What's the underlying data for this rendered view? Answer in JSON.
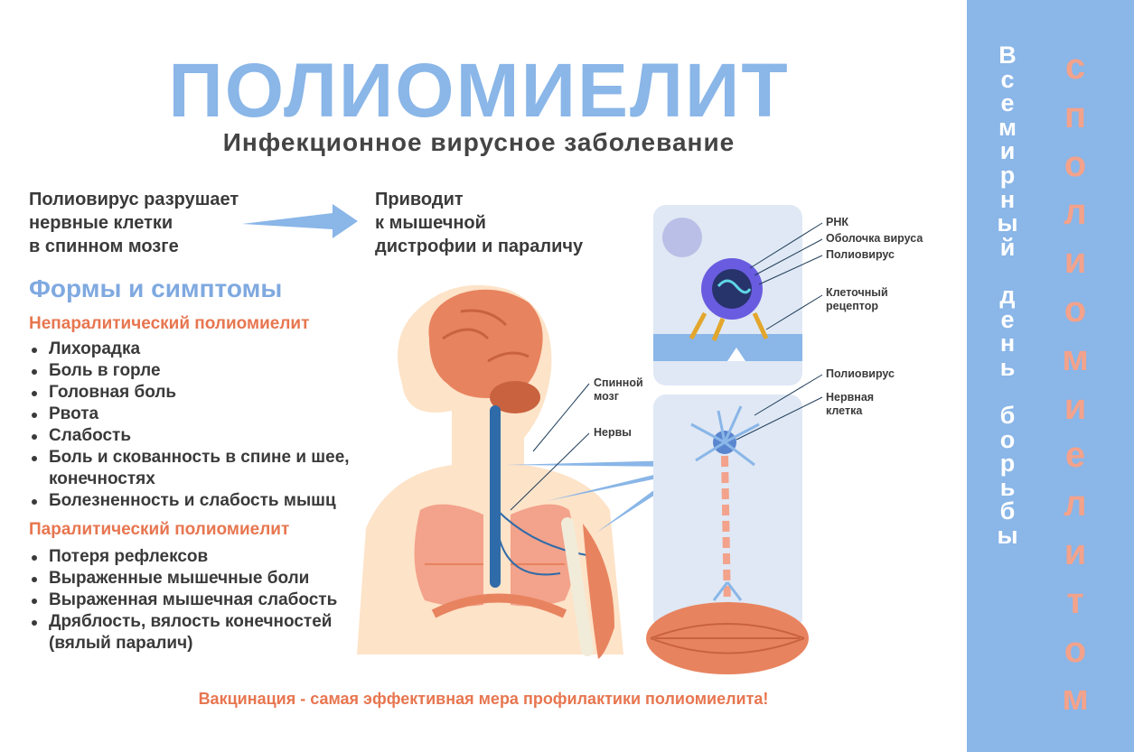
{
  "header": {
    "title": "ПОЛИОМИЕЛИТ",
    "subtitle": "Инфекционное вирусное заболевание"
  },
  "intro": {
    "cause": "Полиовирус разрушает\nнервные клетки\nв спинном мозге",
    "effect": "Приводит\nк мышечной\nдистрофии и параличу"
  },
  "forms": {
    "title": "Формы и симптомы",
    "non_paralytic": {
      "heading": "Непаралитический полиомиелит",
      "items": [
        "Лихорадка",
        "Боль в горле",
        "Головная боль",
        "Рвота",
        "Слабость",
        "Боль и скованность в спине и шее, конечностях",
        "Болезненность и слабость мышц"
      ]
    },
    "paralytic": {
      "heading": "Паралитический полиомиелит",
      "items": [
        "Потеря рефлексов",
        "Выраженные мышечные боли",
        "Выраженная мышечная слабость",
        "Дряблость, вялость конечностей (вялый паралич)"
      ]
    }
  },
  "diagram_labels": {
    "spinal_cord": "Спинной\nмозг",
    "nerves": "Нервы",
    "rna": "РНК",
    "virus_shell": "Оболочка вируса",
    "poliovirus_top": "Полиовирус",
    "cell_receptor": "Клеточный\nрецептор",
    "poliovirus_bottom": "Полиовирус",
    "nerve_cell": "Нервная\nклетка"
  },
  "footer": {
    "note": "Вакцинация - самая эффективная мера профилактики полиомиелита!"
  },
  "sidebar": {
    "vertical_text_left": [
      "В",
      "с",
      "е",
      "м",
      "и",
      "р",
      "н",
      "ы",
      "й",
      " ",
      "д",
      "е",
      "н",
      "ь",
      " ",
      "б",
      "о",
      "р",
      "ь",
      "б",
      "ы"
    ],
    "vertical_text_right": [
      "с",
      "п",
      "о",
      "л",
      "и",
      "о",
      "м",
      "и",
      "е",
      "л",
      "и",
      "т",
      "о",
      "м"
    ],
    "background_color": "#8ab6e8",
    "right_text_color": "#f3a28b"
  },
  "colors": {
    "title": "#8ab6e8",
    "accent": "#e77650",
    "body_text": "#3a3a3a"
  }
}
